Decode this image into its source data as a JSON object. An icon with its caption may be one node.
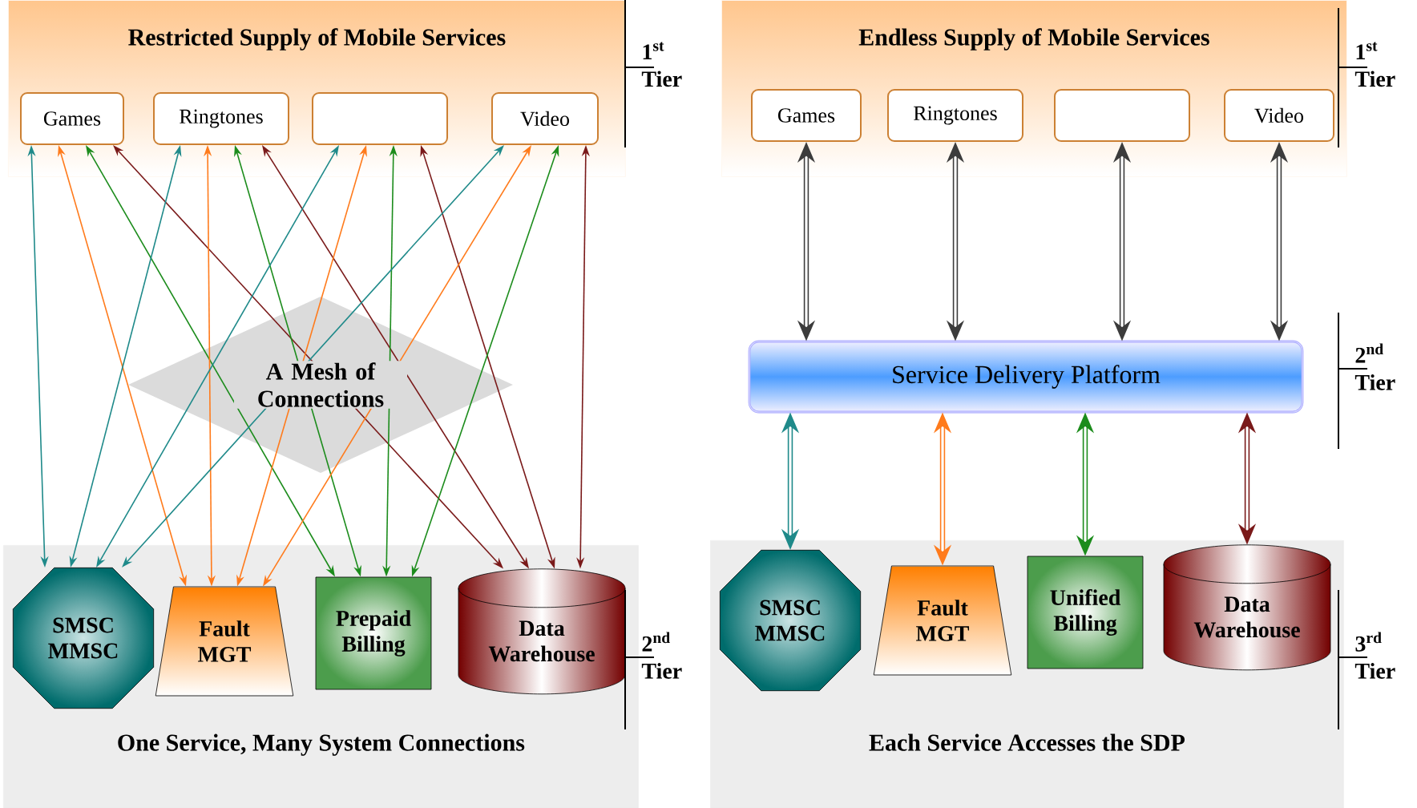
{
  "diagram": {
    "nodes": [
      {
        "text": [
          "Restricted Supply of Mobile Services"
        ]
      },
      {
        "text": [
          "Games"
        ],
        "in": 0
      },
      {
        "text": [
          "Ringtones"
        ],
        "in": 0
      },
      {
        "text": [],
        "shape": "box",
        "in": 0
      },
      {
        "text": [
          "Video"
        ],
        "in": 0
      },
      {
        "text": [
          "One Service, Many System Connections"
        ]
      },
      {
        "text": [
          "SMSC MMSC"
        ],
        "in": 5
      },
      {
        "text": [
          "Fault MGT"
        ],
        "in": 5
      },
      {
        "text": [
          "Prepaid Billing"
        ],
        "in": 5
      },
      {
        "text": [
          "Data Warehouse"
        ],
        "in": 5
      },
      {
        "text": [
          "Endless Supply of Mobile Services"
        ]
      },
      {
        "text": [
          "Games"
        ],
        "in": 10
      },
      {
        "text": [
          "Ringtones"
        ],
        "in": 10
      },
      {
        "text": [],
        "shape": "box",
        "in": 10
      },
      {
        "text": [
          "Video"
        ],
        "in": 10
      },
      {
        "text": [
          "Service Delivery Platform"
        ]
      },
      {
        "text": [
          "Each Service Accesses the SDP"
        ]
      },
      {
        "text": [
          "SMSC MMSC"
        ],
        "in": 16
      },
      {
        "text": [
          "Fault MGT"
        ],
        "in": 16
      },
      {
        "text": [
          "Unified Billing"
        ],
        "in": 16
      },
      {
        "text": [
          "Data Warehouse"
        ],
        "in": 16
      }
    ],
    "edges": [
      {
        "from": 1,
        "to": 6,
        "arrow": "both",
        "color": "#1f8a8a"
      },
      {
        "from": 1,
        "to": 7,
        "arrow": "both",
        "color": "#ff7b1c"
      },
      {
        "from": 1,
        "to": 8,
        "arrow": "both",
        "color": "#1c8c1c"
      },
      {
        "from": 1,
        "to": 9,
        "arrow": "both",
        "color": "#7a1a1a"
      },
      {
        "from": 2,
        "to": 6,
        "arrow": "both",
        "color": "#1f8a8a"
      },
      {
        "from": 2,
        "to": 7,
        "arrow": "both",
        "color": "#ff7b1c"
      },
      {
        "from": 2,
        "to": 8,
        "arrow": "both",
        "color": "#1c8c1c"
      },
      {
        "from": 2,
        "to": 9,
        "arrow": "both",
        "color": "#7a1a1a"
      },
      {
        "from": 3,
        "to": 6,
        "arrow": "both",
        "color": "#1f8a8a"
      },
      {
        "from": 3,
        "to": 7,
        "arrow": "both",
        "color": "#ff7b1c"
      },
      {
        "from": 3,
        "to": 8,
        "arrow": "both",
        "color": "#1c8c1c"
      },
      {
        "from": 3,
        "to": 9,
        "arrow": "both",
        "color": "#7a1a1a"
      },
      {
        "from": 4,
        "to": 6,
        "arrow": "both",
        "color": "#1f8a8a"
      },
      {
        "from": 4,
        "to": 7,
        "arrow": "both",
        "color": "#ff7b1c"
      },
      {
        "from": 4,
        "to": 8,
        "arrow": "both",
        "color": "#1c8c1c"
      },
      {
        "from": 4,
        "to": 9,
        "arrow": "both",
        "color": "#7a1a1a"
      },
      {
        "from": 11,
        "to": 15,
        "arrow": "both",
        "style": "thick",
        "color": "#3c3c3c"
      },
      {
        "from": 12,
        "to": 15,
        "arrow": "both",
        "style": "thick",
        "color": "#3c3c3c"
      },
      {
        "from": 13,
        "to": 15,
        "arrow": "both",
        "style": "thick",
        "color": "#3c3c3c"
      },
      {
        "from": 14,
        "to": 15,
        "arrow": "both",
        "style": "thick",
        "color": "#3c3c3c"
      },
      {
        "from": 15,
        "to": 17,
        "arrow": "both",
        "style": "thick",
        "color": "#1f8a8a"
      },
      {
        "from": 15,
        "to": 18,
        "arrow": "both",
        "style": "thick",
        "color": "#ff7b1c"
      },
      {
        "from": 15,
        "to": 19,
        "arrow": "both",
        "style": "thick",
        "color": "#1c8c1c"
      },
      {
        "from": 15,
        "to": 20,
        "arrow": "both",
        "style": "thick",
        "color": "#7a1a1a"
      }
    ],
    "labels": [
      "1$^{st}$ Tier",
      "1$^{st}$ Tier",
      "2$^{nd}$ Tier",
      "A Mesh of Connections",
      "2$^{nd}$ Tier",
      "3$^{rd}$ Tier"
    ]
  }
}
